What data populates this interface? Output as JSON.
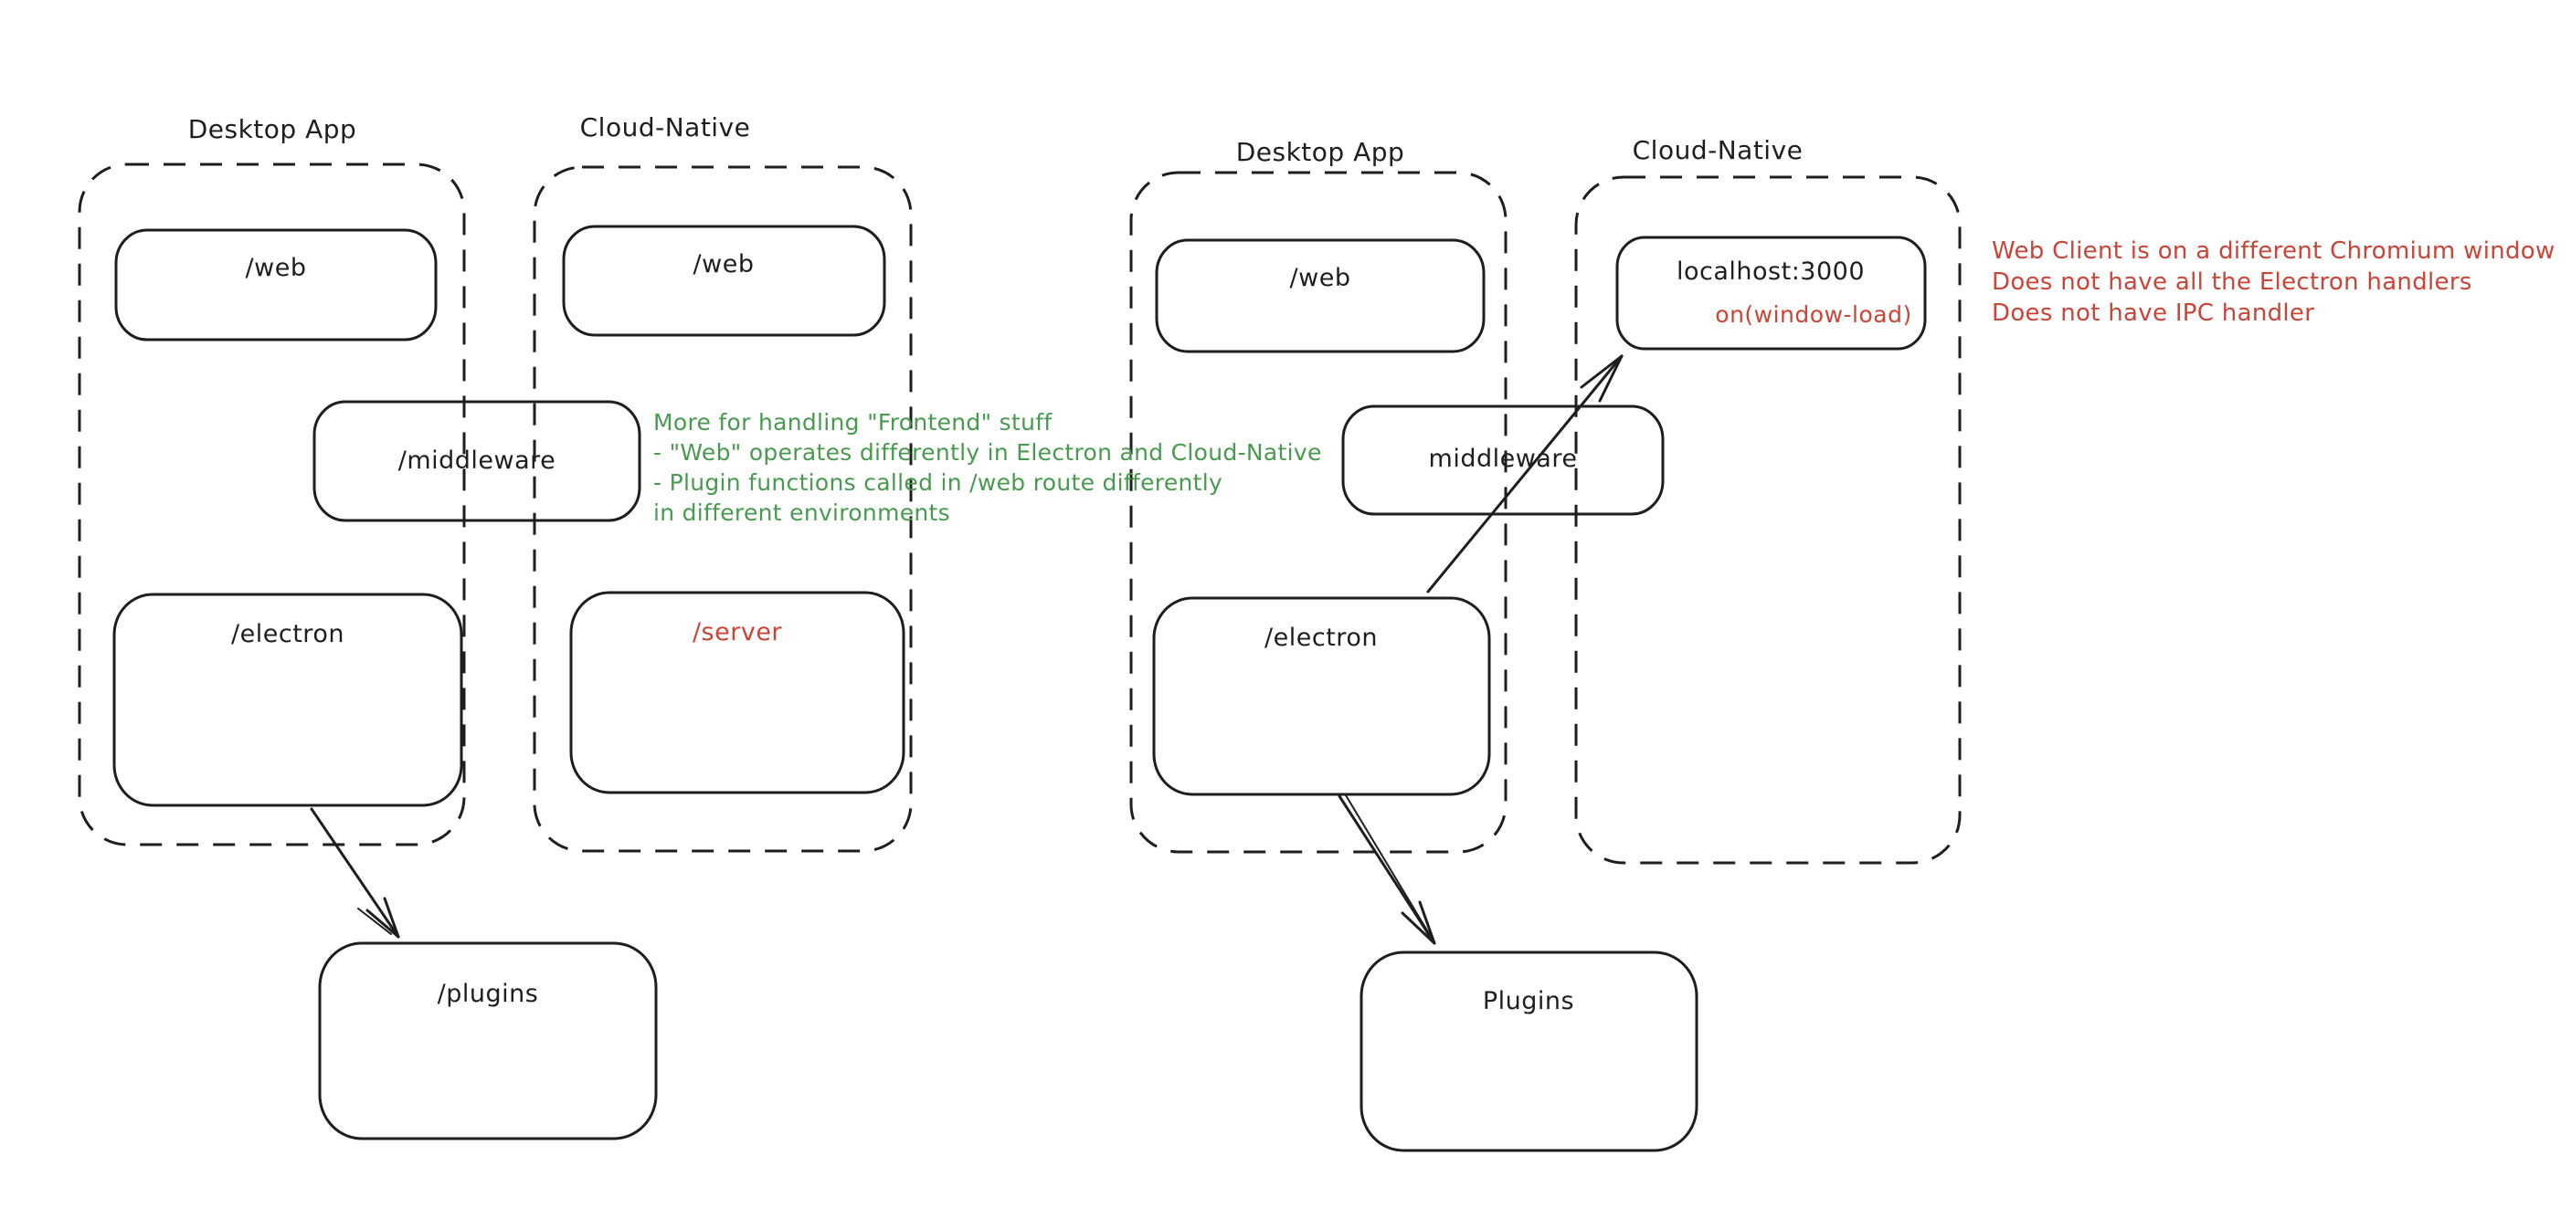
{
  "colors": {
    "background": "#ffffff",
    "ink": "#1e1e1e",
    "red": "#cb4437",
    "green": "#479a4e"
  },
  "left": {
    "desktop_title": "Desktop App",
    "cloud_title": "Cloud-Native",
    "desktop_web_label": "/web",
    "cloud_web_label": "/web",
    "middleware_label": "/middleware",
    "electron_label": "/electron",
    "server_label": "/server",
    "plugins_label": "/plugins",
    "notes": [
      "More for handling \"Frontend\" stuff",
      "- \"Web\" operates differently in Electron and Cloud-Native",
      "- Plugin functions called in /web route differently",
      "in different environments"
    ]
  },
  "right": {
    "desktop_title": "Desktop App",
    "cloud_title": "Cloud-Native",
    "web_label": "/web",
    "localhost_label": "localhost:3000",
    "window_load_label": "on(window-load)",
    "middleware_label": "middleware",
    "electron_label": "/electron",
    "plugins_label": "Plugins",
    "notes": [
      "Web Client is on a different Chromium window",
      "Does not have all the Electron handlers",
      "Does not have IPC handler"
    ]
  }
}
